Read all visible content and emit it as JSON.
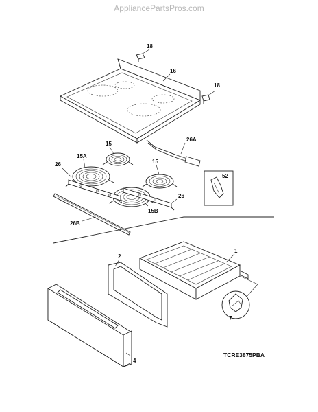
{
  "watermark": "AppliancePartsPros.com",
  "diagram_code": "TCRE3875PBA",
  "callouts": {
    "c18a": "18",
    "c16": "16",
    "c18b": "18",
    "c26a": "26A",
    "c15a_top": "15",
    "c15A": "15A",
    "c26_left": "26",
    "c15_right": "15",
    "c52": "52",
    "c26_right": "26",
    "c15B": "15B",
    "c26B": "26B",
    "c1": "1",
    "c2": "2",
    "c7": "7",
    "c4": "4"
  }
}
